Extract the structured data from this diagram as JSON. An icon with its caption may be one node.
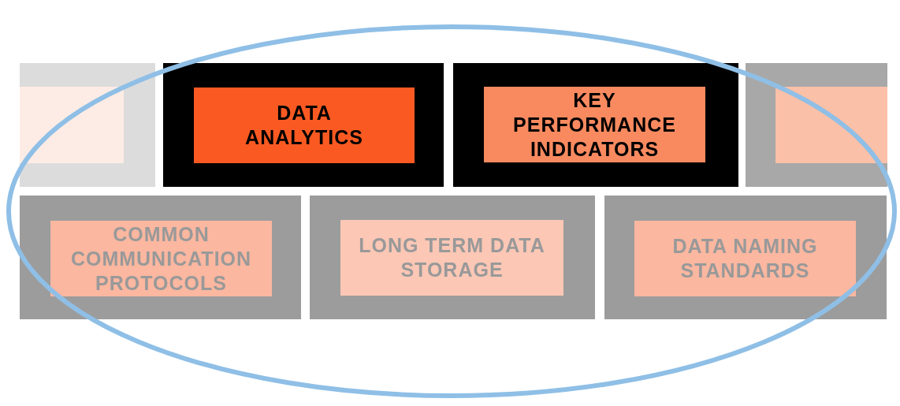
{
  "diagram": {
    "nodes": [
      {
        "text": [],
        "shape": "box"
      },
      {
        "text": [
          "DATA ANALYTICS"
        ]
      },
      {
        "text": [
          "KEY PERFORMANCE INDICATORS"
        ]
      },
      {
        "text": [],
        "shape": "box"
      },
      {
        "text": [
          "COMMON COMMUNICATION PROTOCOLS"
        ]
      },
      {
        "text": [
          "LONG TERM DATA STORAGE"
        ]
      },
      {
        "text": [
          "DATA NAMING STANDARDS"
        ]
      }
    ],
    "edges": []
  }
}
